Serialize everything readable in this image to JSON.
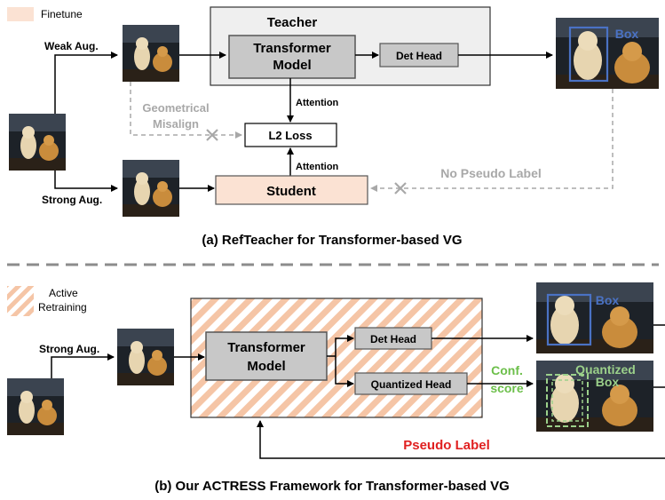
{
  "colors": {
    "finetune": "#fbe2d3",
    "active_stripe": "#f5c5a6",
    "teacher_bg": "#efefef",
    "box_gray": "#c8c8c8",
    "detbox_blue": "#4a72c4",
    "quant_green": "#9bd08a",
    "conf_green": "#6cbf4a",
    "pseudo_red": "#e02020",
    "misalign_gray": "#a8a8a8"
  },
  "part_a": {
    "legend_label": "Finetune",
    "teacher_label": "Teacher",
    "transformer_label_1": "Transformer",
    "transformer_label_2": "Model",
    "det_head_label": "Det Head",
    "box_label": "Box",
    "weak_aug_label": "Weak Aug.",
    "strong_aug_label": "Strong Aug.",
    "geometrical_label": "Geometrical",
    "misalign_label": "Misalign",
    "l2_loss_label": "L2 Loss",
    "attention_top_label": "Attention",
    "attention_bottom_label": "Attention",
    "student_label": "Student",
    "no_pseudo_label": "No Pseudo Label",
    "caption": "(a) RefTeacher for Transformer-based VG"
  },
  "part_b": {
    "legend_label_1": "Active",
    "legend_label_2": "Retraining",
    "strong_aug_label": "Strong Aug.",
    "transformer_label_1": "Transformer",
    "transformer_label_2": "Model",
    "det_head_label": "Det Head",
    "quantized_head_label": "Quantized Head",
    "conf_label_1": "Conf.",
    "conf_label_2": "score",
    "box_label": "Box",
    "quantized_box_label_1": "Quantized",
    "quantized_box_label_2": "Box",
    "pseudo_label": "Pseudo Label",
    "caption": "(b) Our ACTRESS Framework for Transformer-based VG"
  }
}
